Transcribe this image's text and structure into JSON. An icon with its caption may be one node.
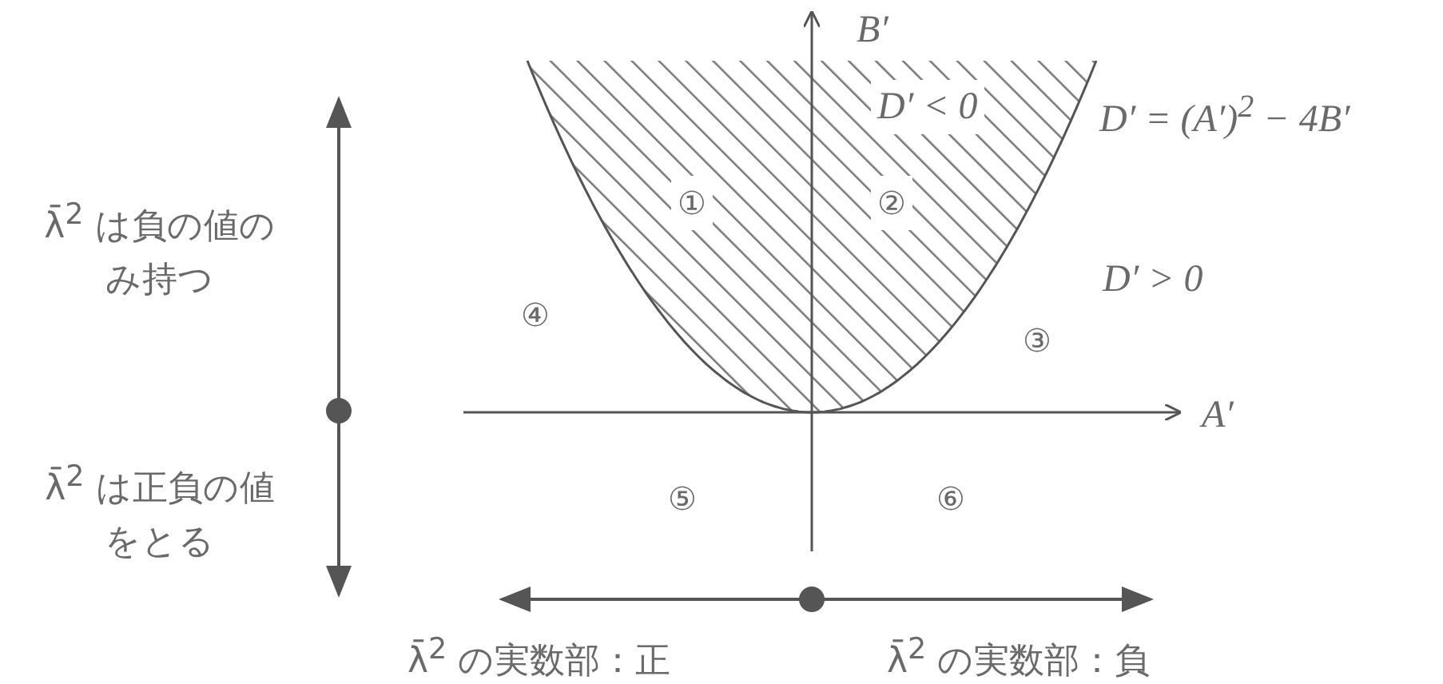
{
  "diagram": {
    "labels": [
      "B′",
      "D′ < 0",
      "D′ = (A′)$^{2}$ − 4B′",
      "①",
      "②",
      "D′ > 0",
      "λ̄$^{2}$ は負の値のみ持つ",
      "④",
      "③",
      "A′",
      "λ̄$^{2}$ は正負の値をとる",
      "⑤",
      "⑥",
      "λ̄$^{2}$ の実数部：正",
      "λ̄$^{2}$ の実数部：負"
    ]
  }
}
